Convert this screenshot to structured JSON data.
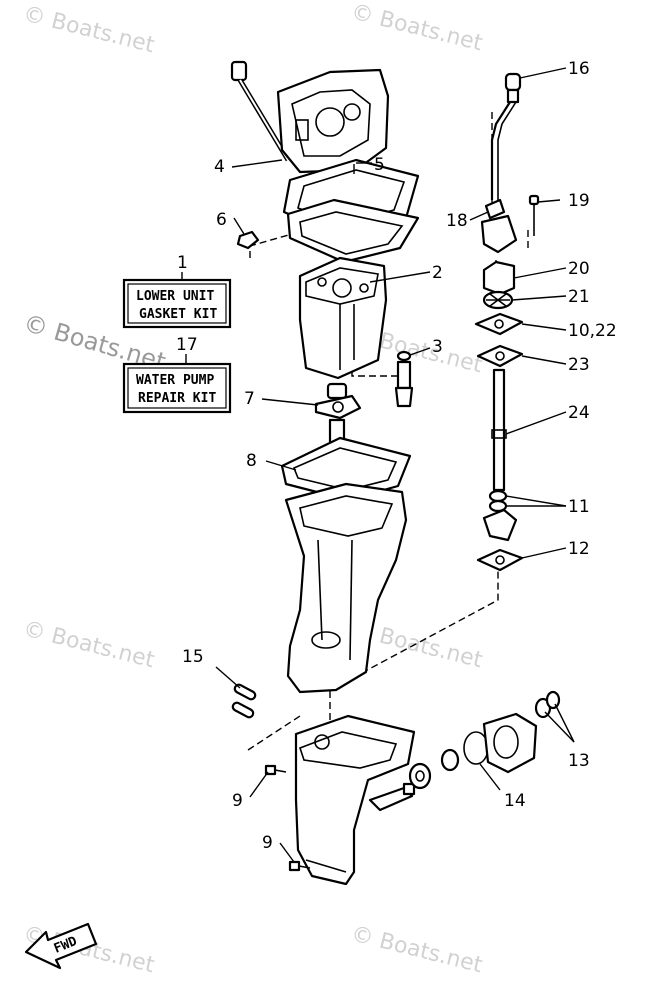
{
  "watermark": "© Boats.net",
  "kits": {
    "lower_unit": {
      "number": "1",
      "line1": "LOWER UNIT",
      "line2": "GASKET KIT"
    },
    "water_pump": {
      "number": "17",
      "line1": "WATER PUMP",
      "line2": "REPAIR KIT"
    }
  },
  "part_numbers": {
    "p2": "2",
    "p3": "3",
    "p4": "4",
    "p5": "5",
    "p6": "6",
    "p7": "7",
    "p8": "8",
    "p9a": "9",
    "p9b": "9",
    "p10_22": "10,22",
    "p11": "11",
    "p12": "12",
    "p13": "13",
    "p14": "14",
    "p15": "15",
    "p16": "16",
    "p18": "18",
    "p19": "19",
    "p20": "20",
    "p21": "21",
    "p23": "23",
    "p24": "24"
  },
  "fwd_label": "FWD",
  "colors": {
    "line": "#000000",
    "watermark": "#9a9a9a",
    "background": "#ffffff"
  }
}
